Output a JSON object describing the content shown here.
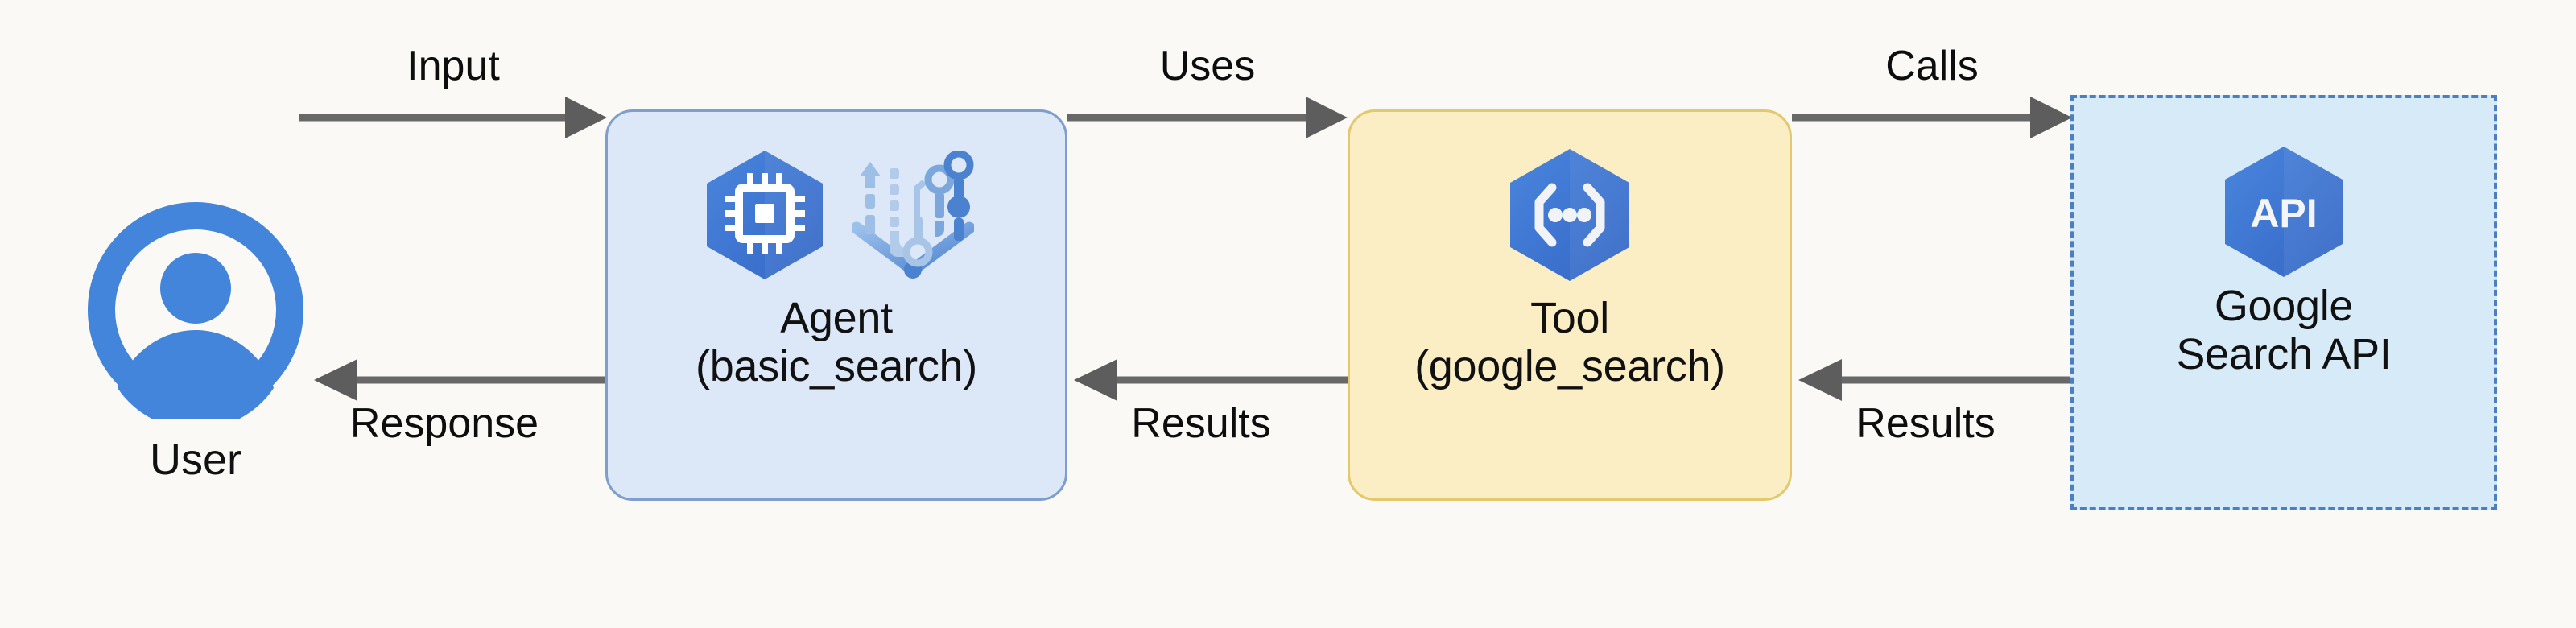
{
  "diagram": {
    "background_color": "#faf9f6",
    "accent_blue": "#4285db",
    "arrow_color": "#686868",
    "nodes": [
      {
        "id": "user",
        "label": "User",
        "icon": "user-avatar-icon",
        "shape": "circle"
      },
      {
        "id": "agent",
        "title": "Agent",
        "subtitle": "(basic_search)",
        "label": "Agent\n(basic_search)",
        "icons": [
          "cpu-chip-hexagon-icon",
          "vertex-ai-pipeline-icon"
        ],
        "fill_color": "#dce7f8",
        "border_color": "#7e9fcd",
        "shape": "rounded-rect"
      },
      {
        "id": "tool",
        "title": "Tool",
        "subtitle": "(google_search)",
        "label": "Tool\n(google_search)",
        "icons": [
          "api-braces-hexagon-icon"
        ],
        "fill_color": "#fbeec4",
        "border_color": "#e3c96c",
        "shape": "rounded-rect"
      },
      {
        "id": "api",
        "title": "Google",
        "subtitle": "Search API",
        "label": "Google\nSearch API",
        "icons": [
          "api-hexagon-icon"
        ],
        "icon_text": "API",
        "fill_color": "#d7eaf8",
        "border_color": "#4a7fc1",
        "shape": "dashed-rect"
      }
    ],
    "edges": [
      {
        "id": "user-to-agent",
        "label": "Input",
        "direction": "right",
        "from": "user",
        "to": "agent"
      },
      {
        "id": "agent-to-user",
        "label": "Response",
        "direction": "left",
        "from": "agent",
        "to": "user"
      },
      {
        "id": "agent-to-tool",
        "label": "Uses",
        "direction": "right",
        "from": "agent",
        "to": "tool"
      },
      {
        "id": "tool-to-agent",
        "label": "Results",
        "direction": "left",
        "from": "tool",
        "to": "agent"
      },
      {
        "id": "tool-to-api",
        "label": "Calls",
        "direction": "right",
        "from": "tool",
        "to": "api"
      },
      {
        "id": "api-to-tool",
        "label": "Results",
        "direction": "left",
        "from": "api",
        "to": "tool"
      }
    ]
  }
}
